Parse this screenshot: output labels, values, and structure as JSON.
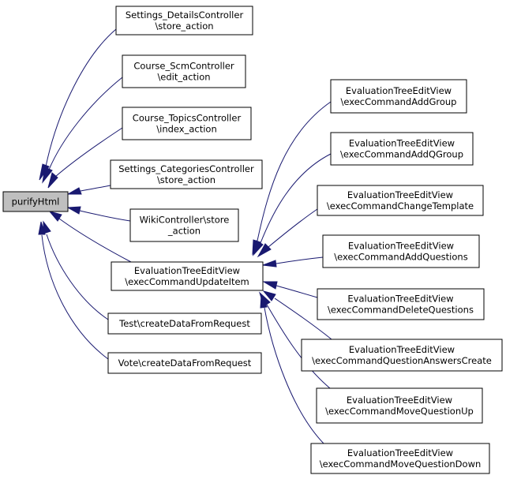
{
  "diagram": {
    "edge_color": "#191970",
    "root_fill": "#bfbfbf",
    "nodes": [
      {
        "id": "purifyHtml",
        "lines": [
          "purifyHtml"
        ],
        "root": true
      },
      {
        "id": "settings_details",
        "lines": [
          "Settings_DetailsController",
          "\\store_action"
        ]
      },
      {
        "id": "course_scm",
        "lines": [
          "Course_ScmController",
          "\\edit_action"
        ]
      },
      {
        "id": "course_topics",
        "lines": [
          "Course_TopicsController",
          "\\index_action"
        ]
      },
      {
        "id": "settings_categories",
        "lines": [
          "Settings_CategoriesController",
          "\\store_action"
        ]
      },
      {
        "id": "wiki_store",
        "lines": [
          "WikiController\\store",
          "_action"
        ]
      },
      {
        "id": "update_item",
        "lines": [
          "EvaluationTreeEditView",
          "\\execCommandUpdateItem"
        ]
      },
      {
        "id": "test_create",
        "lines": [
          "Test\\createDataFromRequest"
        ]
      },
      {
        "id": "vote_create",
        "lines": [
          "Vote\\createDataFromRequest"
        ]
      },
      {
        "id": "add_group",
        "lines": [
          "EvaluationTreeEditView",
          "\\execCommandAddGroup"
        ]
      },
      {
        "id": "add_qgroup",
        "lines": [
          "EvaluationTreeEditView",
          "\\execCommandAddQGroup"
        ]
      },
      {
        "id": "change_template",
        "lines": [
          "EvaluationTreeEditView",
          "\\execCommandChangeTemplate"
        ]
      },
      {
        "id": "add_questions",
        "lines": [
          "EvaluationTreeEditView",
          "\\execCommandAddQuestions"
        ]
      },
      {
        "id": "delete_questions",
        "lines": [
          "EvaluationTreeEditView",
          "\\execCommandDeleteQuestions"
        ]
      },
      {
        "id": "answers_create",
        "lines": [
          "EvaluationTreeEditView",
          "\\execCommandQuestionAnswersCreate"
        ]
      },
      {
        "id": "move_up",
        "lines": [
          "EvaluationTreeEditView",
          "\\execCommandMoveQuestionUp"
        ]
      },
      {
        "id": "move_down",
        "lines": [
          "EvaluationTreeEditView",
          "\\execCommandMoveQuestionDown"
        ]
      }
    ],
    "edges": [
      {
        "from": "settings_details",
        "to": "purifyHtml"
      },
      {
        "from": "course_scm",
        "to": "purifyHtml"
      },
      {
        "from": "course_topics",
        "to": "purifyHtml"
      },
      {
        "from": "settings_categories",
        "to": "purifyHtml"
      },
      {
        "from": "wiki_store",
        "to": "purifyHtml"
      },
      {
        "from": "update_item",
        "to": "purifyHtml"
      },
      {
        "from": "test_create",
        "to": "purifyHtml"
      },
      {
        "from": "vote_create",
        "to": "purifyHtml"
      },
      {
        "from": "add_group",
        "to": "update_item"
      },
      {
        "from": "add_qgroup",
        "to": "update_item"
      },
      {
        "from": "change_template",
        "to": "update_item"
      },
      {
        "from": "add_questions",
        "to": "update_item"
      },
      {
        "from": "delete_questions",
        "to": "update_item"
      },
      {
        "from": "answers_create",
        "to": "update_item"
      },
      {
        "from": "move_up",
        "to": "update_item"
      },
      {
        "from": "move_down",
        "to": "update_item"
      }
    ]
  }
}
